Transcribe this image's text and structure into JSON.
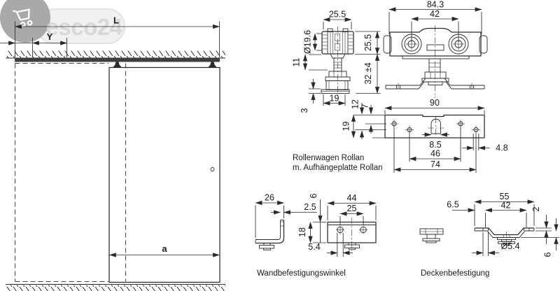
{
  "wm": {
    "brand": "esco24"
  },
  "door": {
    "L": "L",
    "Y": "Y",
    "a": "a"
  },
  "side": {
    "w_top": "25.5",
    "dia": "Ø19.6",
    "h_roller": "25.5",
    "d11": "11",
    "h_adj": "32 ±4",
    "w_plate": "19",
    "d12": "12",
    "d7": "7",
    "t3": "3"
  },
  "front": {
    "w_total": "84.3",
    "spacing": "42"
  },
  "plate": {
    "len": "90",
    "wid": "19",
    "slot": "8.5",
    "sp46": "46",
    "sp74": "74",
    "hole": "4.8",
    "cap1": "Rollenwagen Rollan",
    "cap2": "m. Aufhängeplatte Rollan"
  },
  "wall": {
    "d26": "26",
    "t25": "2.5",
    "o6": "6",
    "w44": "44",
    "sp25": "25",
    "h18": "18",
    "hole54": "5.4",
    "caption": "Wandbefestigungswinkel"
  },
  "ceil": {
    "w55": "55",
    "sp42": "42",
    "o65": "6.5",
    "t2": "2",
    "d6": "6",
    "hole": "Ø5.4",
    "caption": "Deckenbefestigung"
  }
}
